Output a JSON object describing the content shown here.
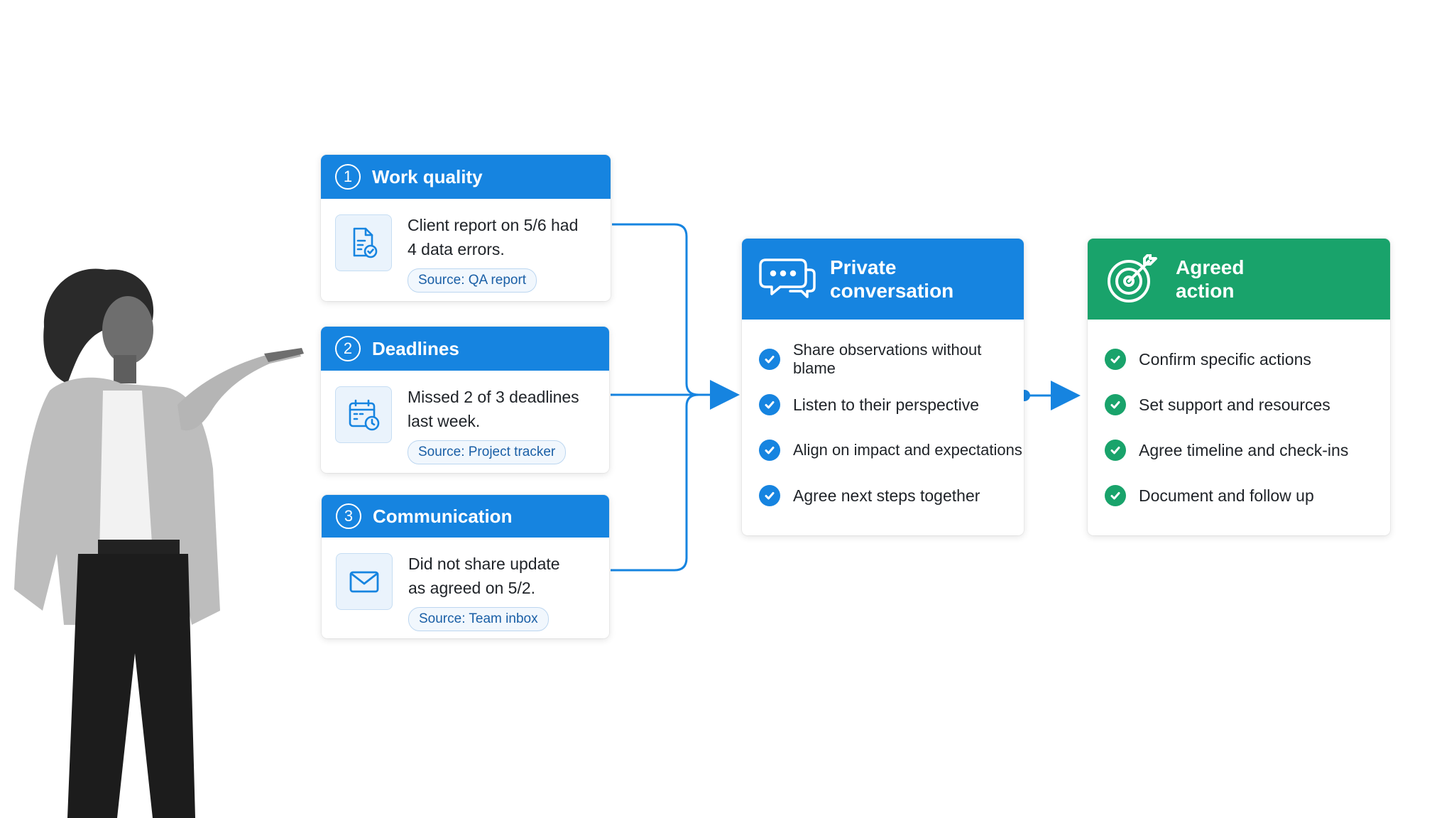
{
  "colors": {
    "blue": "#1684e0",
    "green": "#19a36b",
    "pill_bg": "#f1f7fd"
  },
  "issues": [
    {
      "number": "1",
      "title": "Work quality",
      "text_line1": "Client report on 5/6 had",
      "text_line2": "4 data errors.",
      "source": "Source:  QA report",
      "icon": "document-check-icon"
    },
    {
      "number": "2",
      "title": "Deadlines",
      "text_line1": "Missed 2 of 3 deadlines",
      "text_line2": "last week.",
      "source": "Source:  Project tracker",
      "icon": "calendar-clock-icon"
    },
    {
      "number": "3",
      "title": "Communication",
      "text_line1": "Did not share update",
      "text_line2": "as agreed on 5/2.",
      "source": "Source: Team inbox",
      "icon": "envelope-icon"
    }
  ],
  "conversation": {
    "title_line1": "Private",
    "title_line2": "conversation",
    "icon": "chat-bubbles-icon",
    "items": [
      "Share observations without blame",
      "Listen to their perspective",
      "Align on impact and expectations",
      "Agree next steps together"
    ]
  },
  "action": {
    "title_line1": "Agreed",
    "title_line2": "action",
    "icon": "target-icon",
    "items": [
      "Confirm specific actions",
      "Set support and resources",
      "Agree timeline and check-ins",
      "Document and follow up"
    ]
  }
}
